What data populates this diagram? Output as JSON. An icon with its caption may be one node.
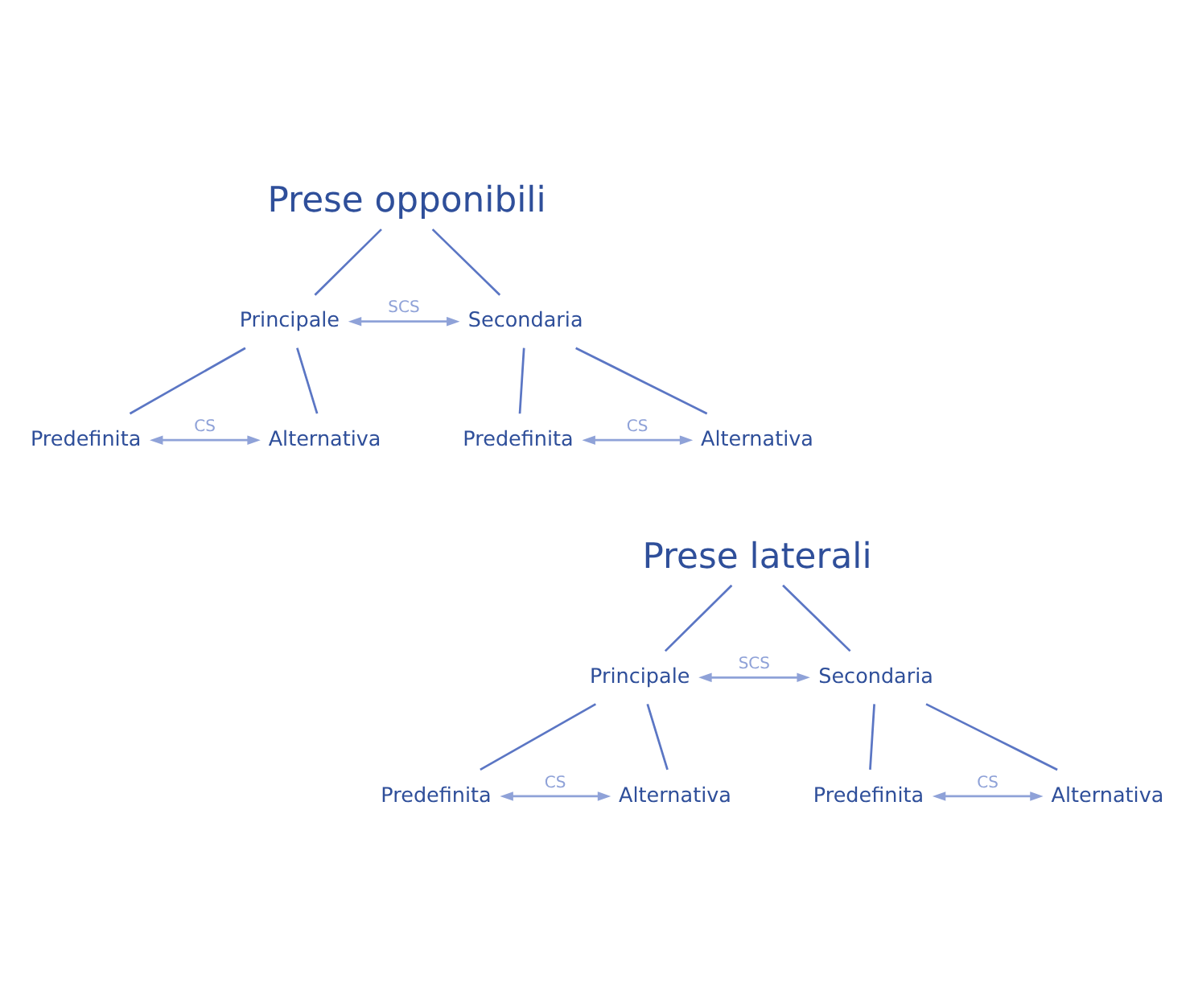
{
  "diagram": {
    "nodes": [
      {
        "text": [
          "Prese opponibili"
        ]
      },
      {
        "text": [
          "Principale"
        ]
      },
      {
        "text": [
          "Secondaria"
        ]
      },
      {
        "text": [
          "Predefinita"
        ]
      },
      {
        "text": [
          "Alternativa"
        ]
      },
      {
        "text": [
          "Predefinita"
        ]
      },
      {
        "text": [
          "Alternativa"
        ]
      },
      {
        "text": [
          "Prese laterali"
        ]
      },
      {
        "text": [
          "Principale"
        ]
      },
      {
        "text": [
          "Secondaria"
        ]
      },
      {
        "text": [
          "Predefinita"
        ]
      },
      {
        "text": [
          "Alternativa"
        ]
      },
      {
        "text": [
          "Predefinita"
        ]
      },
      {
        "text": [
          "Alternativa"
        ]
      }
    ],
    "edges": [
      {
        "from": 0,
        "to": 1,
        "arrow": "none"
      },
      {
        "from": 0,
        "to": 2,
        "arrow": "none"
      },
      {
        "from": 1,
        "to": 2,
        "arrow": "both",
        "label": "SCS",
        "color": "#8fa2d8"
      },
      {
        "from": 1,
        "to": 3,
        "arrow": "none"
      },
      {
        "from": 1,
        "to": 4,
        "arrow": "none"
      },
      {
        "from": 3,
        "to": 4,
        "arrow": "both",
        "label": "CS",
        "color": "#8fa2d8"
      },
      {
        "from": 2,
        "to": 5,
        "arrow": "none"
      },
      {
        "from": 2,
        "to": 6,
        "arrow": "none"
      },
      {
        "from": 5,
        "to": 6,
        "arrow": "both",
        "label": "CS",
        "color": "#8fa2d8"
      },
      {
        "from": 7,
        "to": 8,
        "arrow": "none"
      },
      {
        "from": 7,
        "to": 9,
        "arrow": "none"
      },
      {
        "from": 8,
        "to": 9,
        "arrow": "both",
        "label": "SCS",
        "color": "#8fa2d8"
      },
      {
        "from": 8,
        "to": 10,
        "arrow": "none"
      },
      {
        "from": 8,
        "to": 11,
        "arrow": "none"
      },
      {
        "from": 10,
        "to": 11,
        "arrow": "both",
        "label": "CS",
        "color": "#8fa2d8"
      },
      {
        "from": 9,
        "to": 12,
        "arrow": "none"
      },
      {
        "from": 9,
        "to": 13,
        "arrow": "none"
      },
      {
        "from": 12,
        "to": 13,
        "arrow": "both",
        "label": "CS",
        "color": "#8fa2d8"
      }
    ]
  }
}
